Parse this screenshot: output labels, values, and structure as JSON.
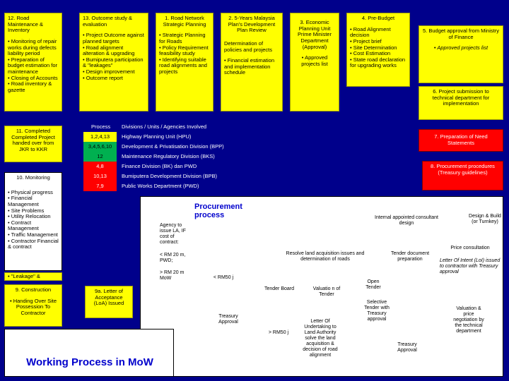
{
  "top": {
    "box12": {
      "title": "12. Road Maintenance & Inventory",
      "body": "• Monitoring of repair works during defects liability period\n• Preparation of budget estimation for maintenance\n• Closing of Accounts\n• Road inventory & gazette"
    },
    "box13": {
      "title": "13. Outcome study & evaluation",
      "body": "• Project Outcome against planned targets\n• Road alignment alteration & upgrading\n• Bumiputera participation & \"leakages\"\n• Design improvement\n• Outcome report"
    },
    "box1": {
      "title": "1. Road Network Strategic Planning",
      "body": "• Strategic Planning for Roads\n• Policy Requirement feasibility study\n• Identifying suitable road alignments and projects"
    },
    "box2": {
      "title": "2. 5-Years Malaysia Plan's Development Plan Review",
      "body": "Determination of policies and projects",
      "body2": "• Financial estimation and implementation schedule"
    },
    "box3": {
      "title": "3. Economic Planning Unit Prime Minister Department (Approval)",
      "body": "• Approved projects list"
    },
    "box4": {
      "title": "4. Pre-Budget",
      "body": "• Road Alignment decision\n• Project brief\n• Site Determination\n• Cost Estimation\n• State road declaration for upgrading works"
    }
  },
  "right": {
    "box5": {
      "title": "5. Budget approval from Ministry of Finance",
      "body": "• Approved projects list"
    },
    "box6": {
      "title": "6. Project submission to technical department for implementation"
    },
    "box7": {
      "title": "7. Preparation of Need Statements"
    },
    "box8": {
      "title": "8. Procurement procedures (Treasury guidelines)"
    }
  },
  "left": {
    "box11": {
      "title": "11. Completed Completed Project handed over from JKR to KKR"
    },
    "box10": {
      "title": "10. Monitoring",
      "body": "• Physical progress\n• Financial Management\n• Site Problems\n• Utility Relocation\n• Contract Management\n• Traffic Management\n• Contractor Financial & contract",
      "leak": "• \"Leakage\" &"
    },
    "box9": {
      "title": "9. Construction",
      "body": "• Handing Over Site Possession To Contractor"
    },
    "box9a": {
      "title": "9a. Letter of Acceptance (LoA) Issued"
    }
  },
  "divisions": {
    "header_process": "Process",
    "header_div": "Divisions / Units / Agencies Involved",
    "rows": [
      {
        "process": "1,2,4,13",
        "name": "Highway Planning Unit (HPU)",
        "color": "#ffff00"
      },
      {
        "process": "3,4,5,6,10",
        "name": "Development & Privatisation Division (BPP)",
        "color": "#00b050"
      },
      {
        "process": "12",
        "name": "Maintenance Regulatory Division (BKS)",
        "color": "#00b050"
      },
      {
        "process": "4,8",
        "name": "Finance Division (BK) dan PWD",
        "color": "#ff0000"
      },
      {
        "process": "10,13",
        "name": "Bumiputera Development Division (BPB)",
        "color": "#ff0000"
      },
      {
        "process": "7,9",
        "name": "Public Works Department (PWD)",
        "color": "#ff0000"
      }
    ]
  },
  "procurement": {
    "title": "Procurement process",
    "agency": "Agency to issue LA, IF cost of contract:",
    "lt20": "< RM 20 m, PWD;",
    "gt20": "> RM 20 m MoW",
    "lt50": "< RM50 j",
    "internal": "Internal appointed consultant design",
    "design_build": "Design & Build (or Turnkey)",
    "price_consult": "Price consultation",
    "resolve": "Resolve land acquisition issues and determination of roads",
    "tender_doc": "Tender document preparation",
    "loi": "Letter Of Intent (LoI) issued to contractor with Treasury approval",
    "open_tender": "Open Tender",
    "tender_board": "Tender Board",
    "valuation_tender": "Valuatio n of Tender",
    "selective": "Selective Tender with Treasury approval",
    "treasury_approval_left": "Treasury Approval",
    "gt50": "> RM50 j",
    "undertaking": "Letter Of Undertaking to Land Authority solve the land acquisition & decision of road alignment",
    "treasury_approval_right": "Treasury Approval",
    "valuation_price": "Valuation & price negotiation by the technical department"
  },
  "footer_title": "Working Process in MoW"
}
